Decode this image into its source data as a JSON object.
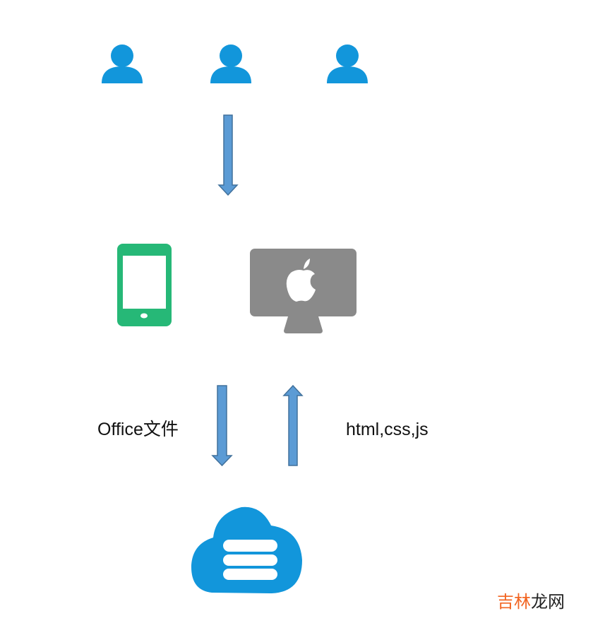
{
  "labels": {
    "upload": "Office文件",
    "return": "html,css,js"
  },
  "watermark": {
    "part1": "吉林",
    "part2": "龙网"
  },
  "colors": {
    "user": "#1296db",
    "arrow": "#5b9bd5",
    "arrow_border": "#41719c",
    "phone": "#26b877",
    "monitor": "#8a8a8a",
    "cloud": "#1296db",
    "watermark_accent": "#f26522"
  }
}
